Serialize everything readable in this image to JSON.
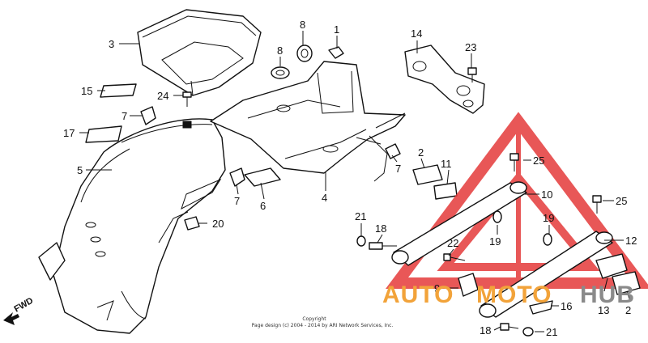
{
  "callouts": {
    "c1": "1",
    "c2a": "2",
    "c2b": "2",
    "c3": "3",
    "c4": "4",
    "c5": "5",
    "c6": "6",
    "c7a": "7",
    "c7b": "7",
    "c7c": "7",
    "c8a": "8",
    "c8b": "8",
    "c9": "9",
    "c10": "10",
    "c11": "11",
    "c12": "12",
    "c13": "13",
    "c14": "14",
    "c15": "15",
    "c16": "16",
    "c17": "17",
    "c18a": "18",
    "c18b": "18",
    "c19a": "19",
    "c19b": "19",
    "c20": "20",
    "c21a": "21",
    "c21b": "21",
    "c22": "22",
    "c23": "23",
    "c24": "24",
    "c25a": "25",
    "c25b": "25"
  },
  "direction_label": "FWD",
  "copyright": {
    "line1": "Copyright",
    "line2": "Page design (c) 2004 - 2014 by ARI Network Services, Inc."
  },
  "watermark": {
    "brand_left": "AUTO",
    "brand_mid": "MOTO",
    "brand_right": "HUB",
    "colors": {
      "red": "#e53a3a",
      "orange": "#f2a33a",
      "gray": "#8a8a8a"
    }
  }
}
